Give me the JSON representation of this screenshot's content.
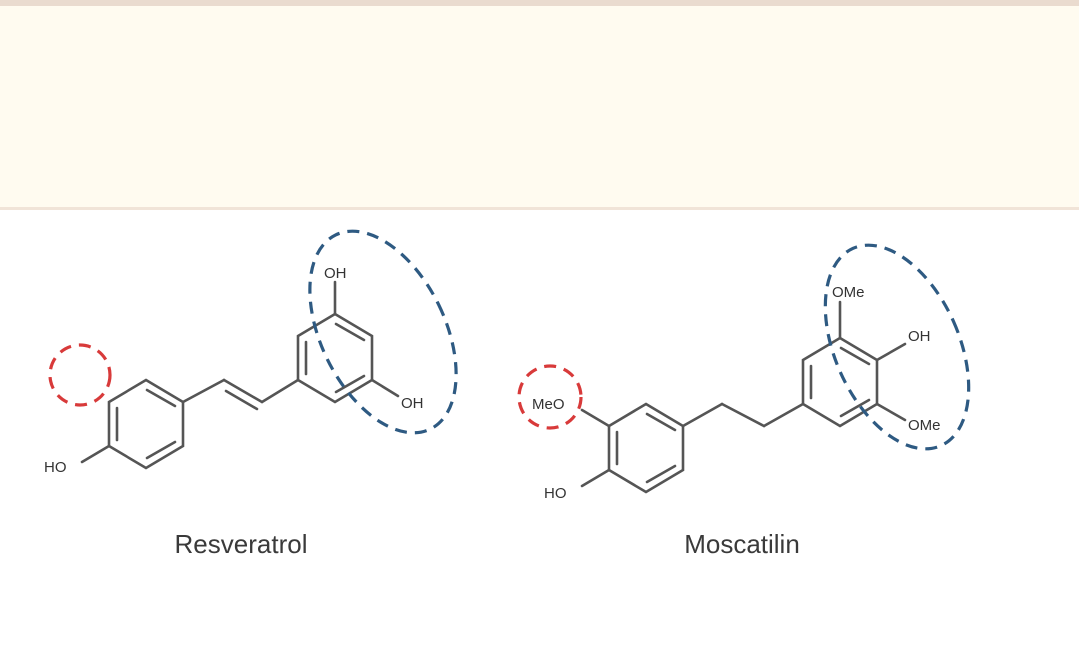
{
  "colors": {
    "band": "#fffbf0",
    "band_border": "#eadbcf",
    "bond": "#555555",
    "highlight_red": "#d83a3a",
    "highlight_blue": "#2e5a82"
  },
  "resveratrol": {
    "name": "Resveratrol",
    "label_oh_top": "OH",
    "label_oh_right": "OH",
    "label_ho": "HO"
  },
  "moscatilin": {
    "name": "Moscatilin",
    "label_ome_top": "OMe",
    "label_oh": "OH",
    "label_ome_bottom": "OMe",
    "label_meo": "MeO",
    "label_ho": "HO"
  }
}
